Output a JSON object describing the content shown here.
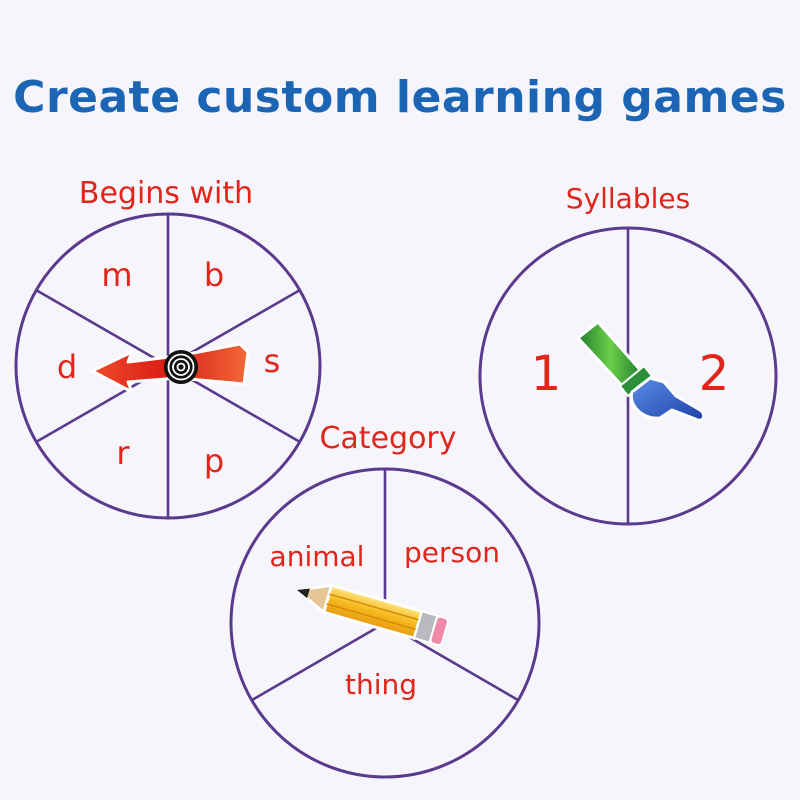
{
  "headline": "Create custom learning games",
  "colors": {
    "headline": "#1c64b4",
    "ink_red": "#e0251b",
    "wheel_stroke": "#5b3a8e",
    "background": "#f6f5fb"
  },
  "spinners": {
    "begins_with": {
      "title": "Begins with",
      "segments": [
        "m",
        "b",
        "s",
        "p",
        "r",
        "d"
      ],
      "pointer": "arrow-spinner-icon"
    },
    "syllables": {
      "title": "Syllables",
      "segments": [
        "1",
        "2"
      ],
      "pointer": "pointing-hand-icon"
    },
    "category": {
      "title": "Category",
      "segments": [
        "animal",
        "person",
        "thing"
      ],
      "pointer": "pencil-icon"
    }
  }
}
